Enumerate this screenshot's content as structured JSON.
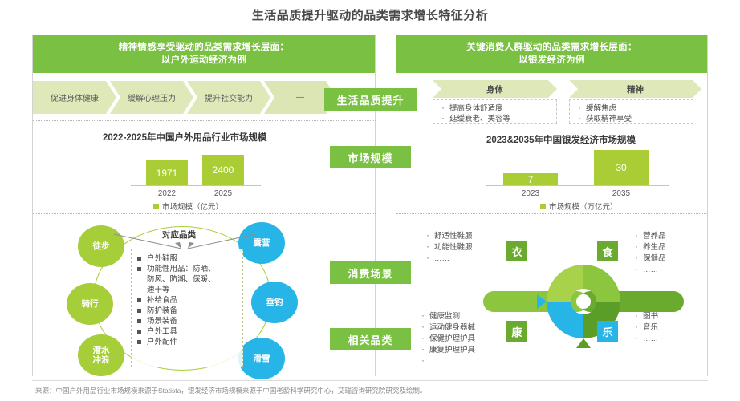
{
  "title": "生活品质提升驱动的品类需求增长特征分析",
  "left_panel": {
    "header_line1": "精神情感享受驱动的品类需求增长层面：",
    "header_line2": "以户外运动经济为例",
    "chevrons": [
      "促进身体健康",
      "缓解心理压力",
      "提升社交能力",
      "—"
    ],
    "market_title": "2022-2025年中国户外用品行业市场规模",
    "scene_circles_green": [
      "徒步",
      "骑行",
      "潜水\n冲浪"
    ],
    "scene_circles_blue": [
      "露营",
      "垂钓",
      "滑雪"
    ],
    "category_box_title": "对应品类",
    "category_items": [
      "户外鞋服",
      "功能性用品：防晒、",
      "防风、防潮、保暖、",
      "速干等",
      "补给食品",
      "防护装备",
      "场景装备",
      "户外工具",
      "户外配件"
    ]
  },
  "right_panel": {
    "header_line1": "关键消费人群驱动的品类需求增长层面：",
    "header_line2": "以银发经济为例",
    "chevron_body": "身体",
    "chevron_spirit": "精神",
    "body_items": [
      "提高身体舒适度",
      "延缓衰老、美容等"
    ],
    "spirit_items": [
      "缓解焦虑",
      "获取精神享受"
    ],
    "market_title": "2023&2035年中国银发经济市场规模",
    "quadrants": [
      {
        "tag": "衣",
        "tag_color": "#6aab2f",
        "items": [
          "舒适性鞋服",
          "功能性鞋服",
          "……"
        ]
      },
      {
        "tag": "食",
        "tag_color": "#6aab2f",
        "items": [
          "营养品",
          "养生品",
          "保健品",
          "……"
        ]
      },
      {
        "tag": "康",
        "tag_color": "#6aab2f",
        "items": [
          "健康监测",
          "运动健身器械",
          "保健护理护具",
          "康复护理护具",
          "……"
        ]
      },
      {
        "tag": "乐",
        "tag_color": "#27b5e8",
        "items": [
          "图书",
          "音乐",
          "……"
        ]
      }
    ]
  },
  "center_labels": [
    "生活品质提升",
    "市场规模",
    "消费场景",
    "相关品类"
  ],
  "footer": "来源：中国户外用品行业市场规模来源于Statista，银发经济市场规模来源于中国老龄科学研究中心，艾瑞咨询研究院研究及绘制。",
  "colors": {
    "brand_green": "#7ac143",
    "bar_green": "#aacd36",
    "circle_green": "#a6ce39",
    "circle_blue": "#27b5e8",
    "chevron_fill": "#dfe8b8"
  },
  "chart_data": [
    {
      "type": "bar",
      "title": "2022-2025年中国户外用品行业市场规模",
      "categories": [
        "2022",
        "2025"
      ],
      "values": [
        1971,
        2400
      ],
      "series_name": "市场规模（亿元）",
      "legend_label": "市场规模（亿元）",
      "unit": "亿元",
      "xlabel": "",
      "ylabel": "",
      "ylim": [
        0,
        2700
      ],
      "grid": false,
      "legend_position": "bottom"
    },
    {
      "type": "bar",
      "title": "2023&2035年中国银发经济市场规模",
      "categories": [
        "2023",
        "2035"
      ],
      "values": [
        7,
        30
      ],
      "series_name": "市场规模（万亿元）",
      "legend_label": "市场规模（万亿元）",
      "unit": "万亿元",
      "xlabel": "",
      "ylabel": "",
      "ylim": [
        0,
        34
      ],
      "grid": false,
      "legend_position": "bottom"
    }
  ]
}
